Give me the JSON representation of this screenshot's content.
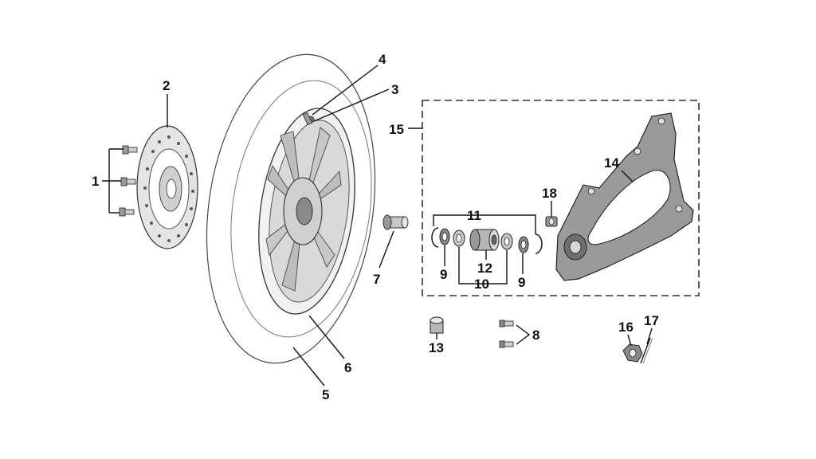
{
  "diagram": {
    "callouts": [
      {
        "id": "1",
        "label": "1"
      },
      {
        "id": "2",
        "label": "2"
      },
      {
        "id": "3",
        "label": "3"
      },
      {
        "id": "4",
        "label": "4"
      },
      {
        "id": "5",
        "label": "5"
      },
      {
        "id": "6",
        "label": "6"
      },
      {
        "id": "7",
        "label": "7"
      },
      {
        "id": "8",
        "label": "8"
      },
      {
        "id": "9a",
        "label": "9"
      },
      {
        "id": "9b",
        "label": "9"
      },
      {
        "id": "10",
        "label": "10"
      },
      {
        "id": "11",
        "label": "11"
      },
      {
        "id": "12",
        "label": "12"
      },
      {
        "id": "13",
        "label": "13"
      },
      {
        "id": "14",
        "label": "14"
      },
      {
        "id": "15",
        "label": "15"
      },
      {
        "id": "16",
        "label": "16"
      },
      {
        "id": "17",
        "label": "17"
      },
      {
        "id": "18",
        "label": "18"
      }
    ],
    "colors": {
      "line": "#111111",
      "part_fill_light": "#e6e6e6",
      "part_fill_mid": "#b9b9b9",
      "part_fill_dark": "#7d7d7d",
      "swingarm_fill": "#9a9a9a"
    }
  }
}
